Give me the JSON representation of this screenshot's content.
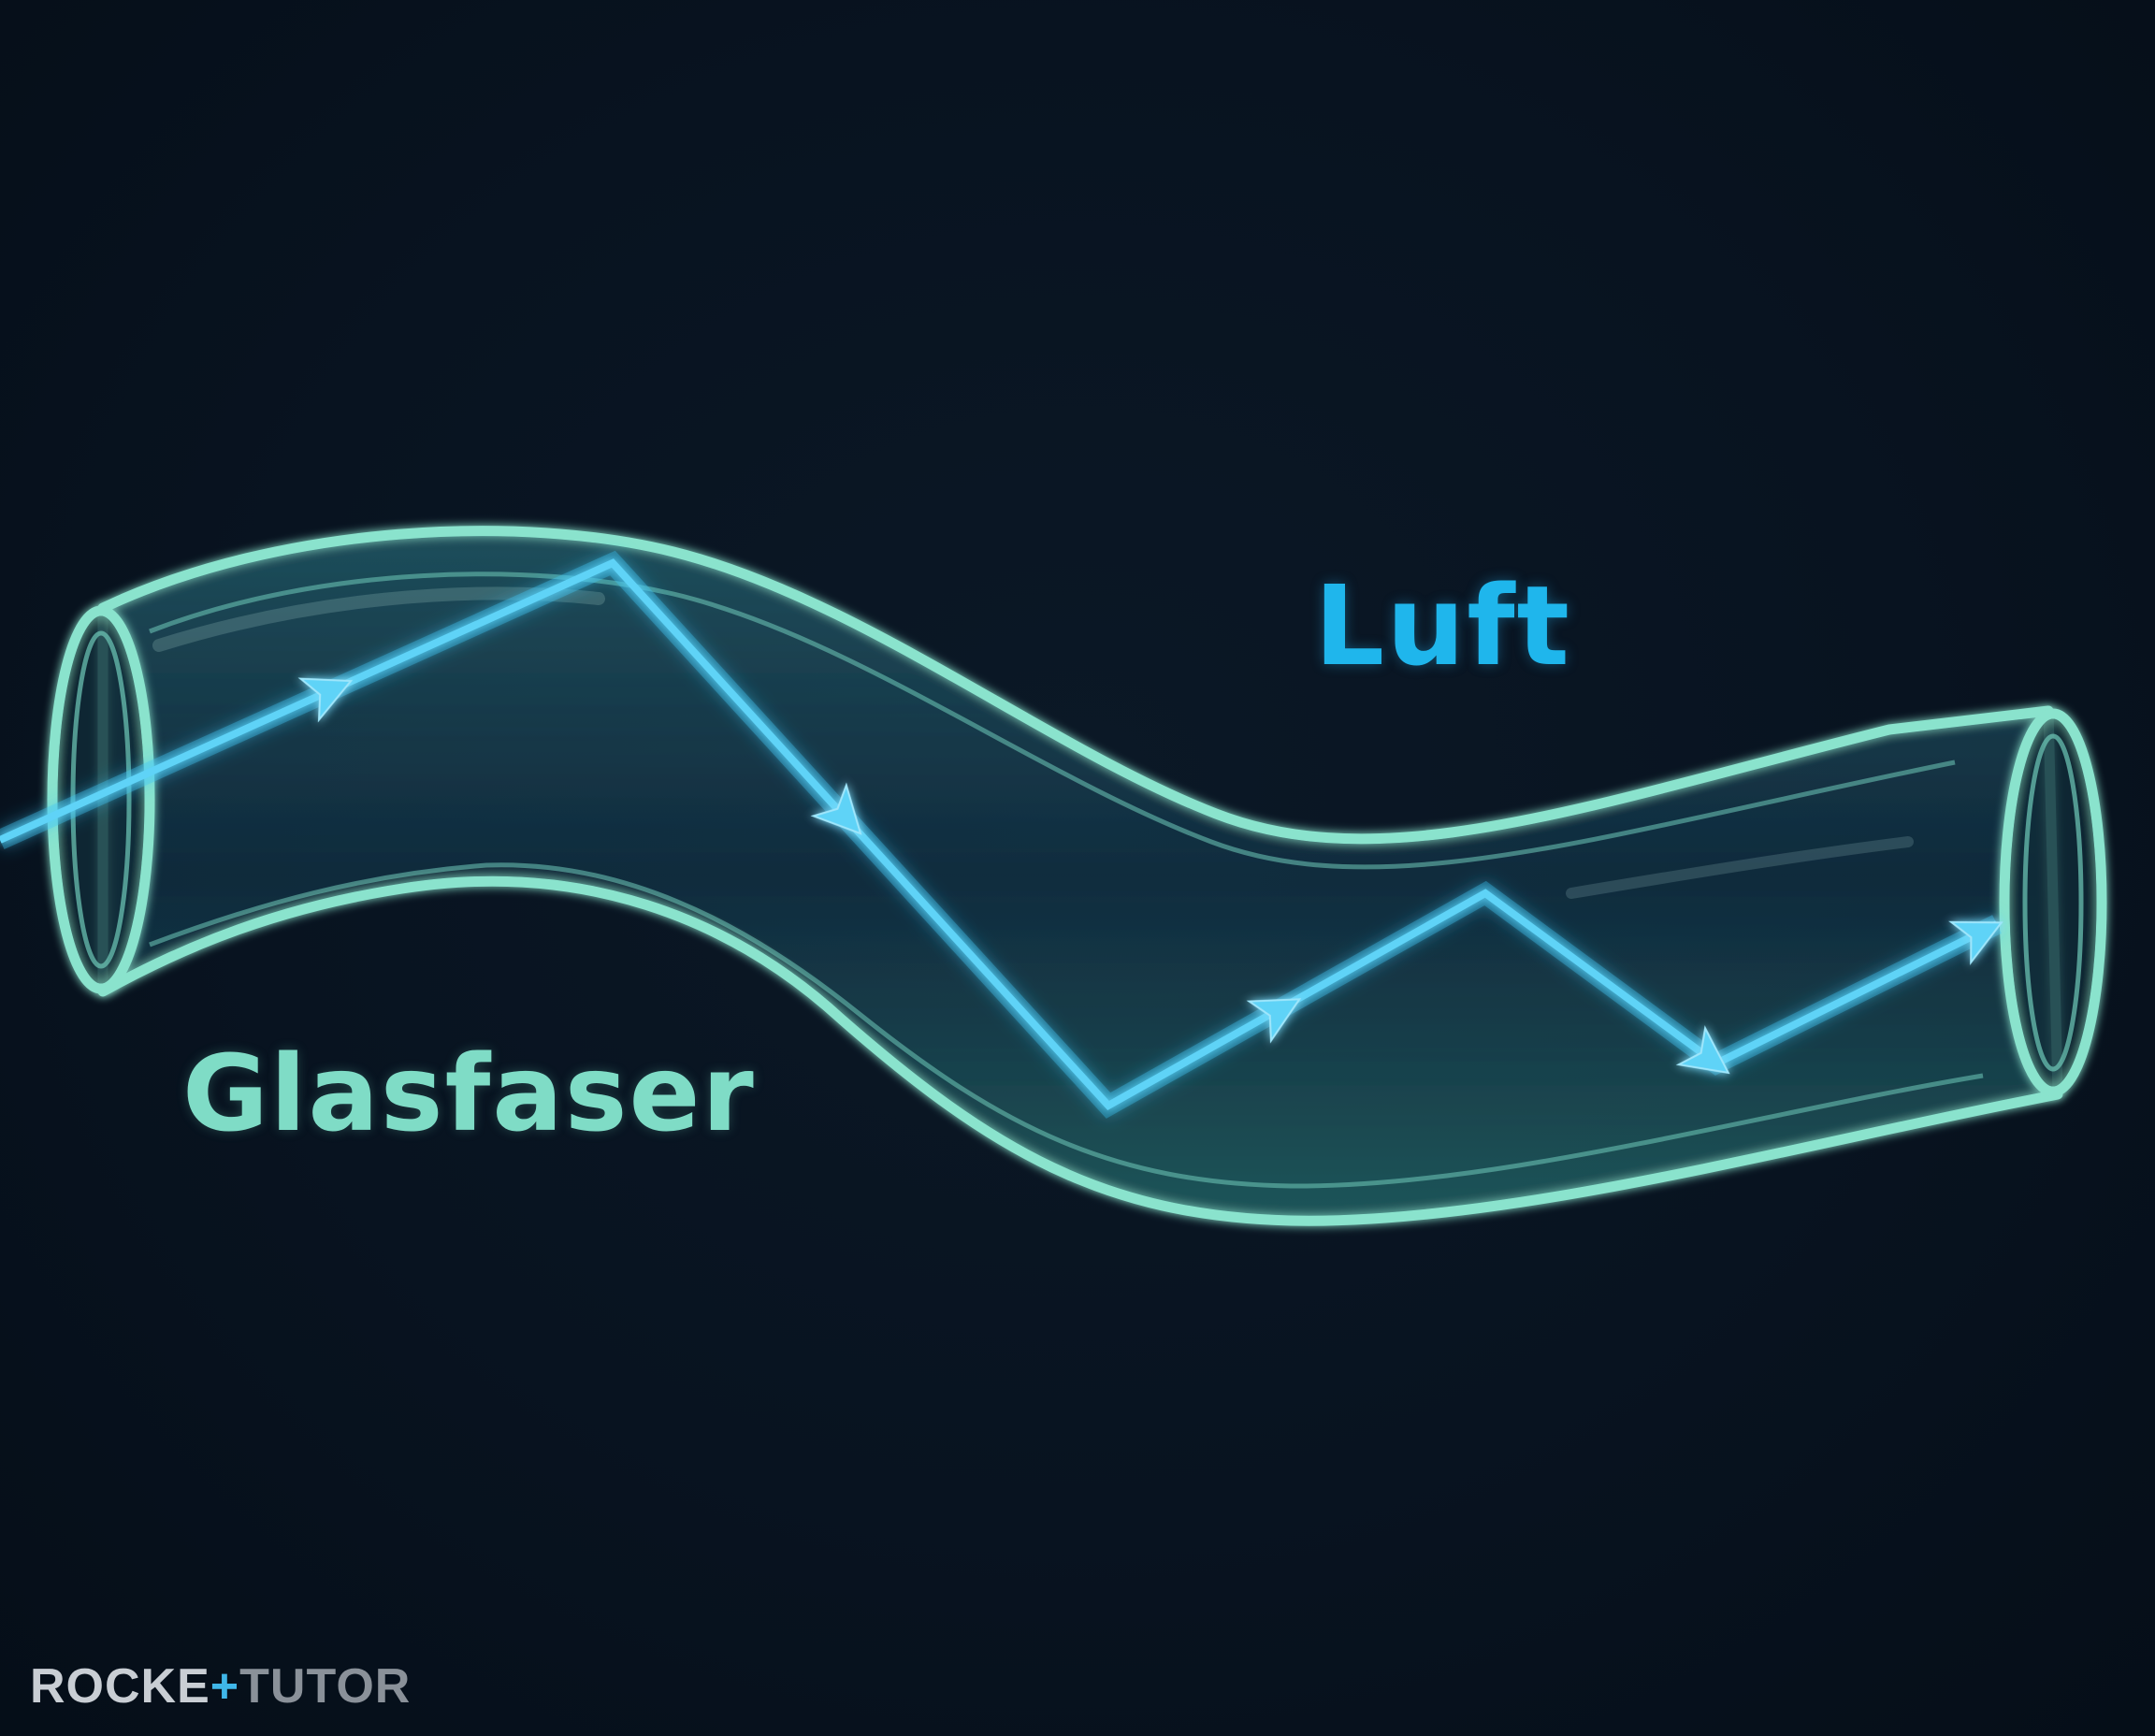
{
  "labels": {
    "outside_medium": "Luft",
    "fiber": "Glasfaser"
  },
  "logo": {
    "word1": "ROCKE",
    "plus": "+",
    "word2": "TUTOR"
  },
  "colors": {
    "background": "#07121c",
    "fiber_edge": "#8ae3cd",
    "light_ray": "#36c3f3",
    "outside_label": "#1fb6ec",
    "fiber_label": "#7fdcc6"
  },
  "icons": [
    "arrow-head-icon"
  ]
}
